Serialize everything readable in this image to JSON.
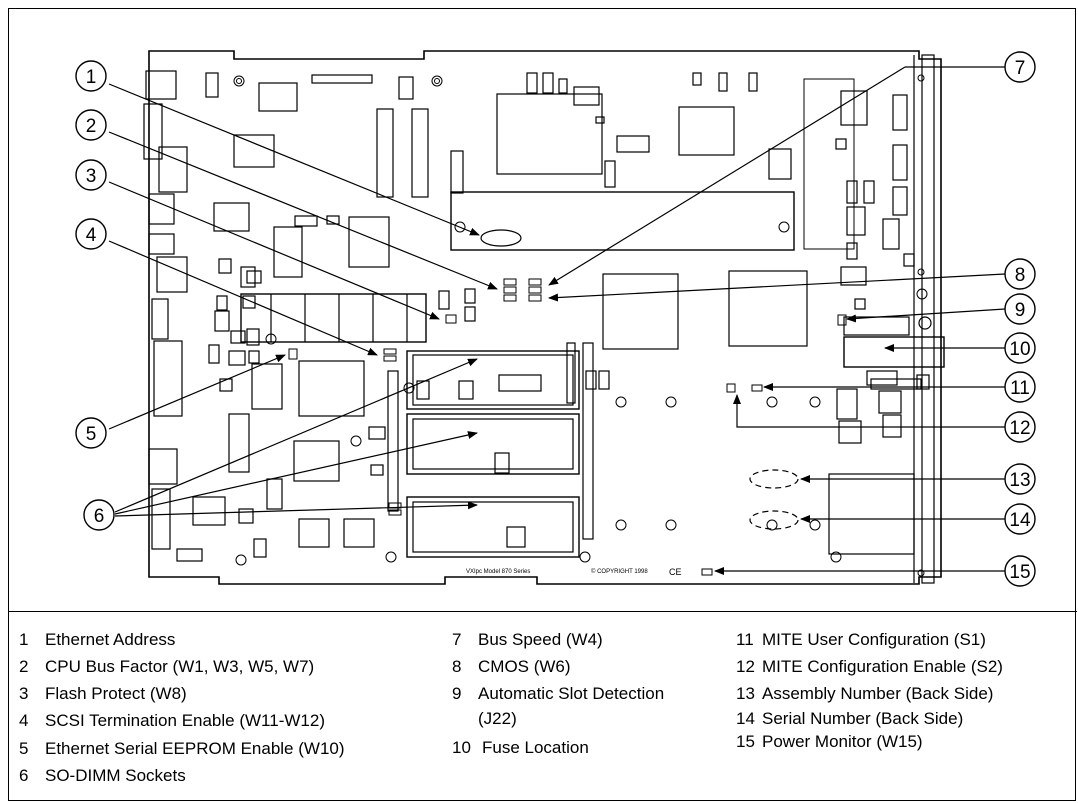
{
  "board_text": {
    "model": "VXIpc Model 870 Series",
    "copyright": "© COPYRIGHT 1998",
    "ce_mark": "CE"
  },
  "callouts": [
    {
      "num": "1"
    },
    {
      "num": "2"
    },
    {
      "num": "3"
    },
    {
      "num": "4"
    },
    {
      "num": "5"
    },
    {
      "num": "6"
    },
    {
      "num": "7"
    },
    {
      "num": "8"
    },
    {
      "num": "9"
    },
    {
      "num": "10"
    },
    {
      "num": "11"
    },
    {
      "num": "12"
    },
    {
      "num": "13"
    },
    {
      "num": "14"
    },
    {
      "num": "15"
    }
  ],
  "legend": {
    "col1": [
      {
        "num": "1",
        "text": "Ethernet Address"
      },
      {
        "num": "2",
        "text": "CPU Bus Factor (W1, W3, W5, W7)"
      },
      {
        "num": "3",
        "text": "Flash Protect (W8)"
      },
      {
        "num": "4",
        "text": "SCSI Termination Enable (W11-W12)"
      },
      {
        "num": "5",
        "text": "Ethernet Serial EEPROM Enable (W10)"
      },
      {
        "num": "6",
        "text": "SO-DIMM Sockets"
      }
    ],
    "col2": [
      {
        "num": "7",
        "text": "Bus Speed (W4)"
      },
      {
        "num": "8",
        "text": "CMOS (W6)"
      },
      {
        "num": "9",
        "text": "Automatic Slot Detection"
      },
      {
        "num": "",
        "text": "(J22)"
      },
      {
        "num": "10",
        "text": "Fuse Location"
      }
    ],
    "col3": [
      {
        "num": "11",
        "text": "MITE User Configuration (S1)"
      },
      {
        "num": "12",
        "text": "MITE Configuration Enable (S2)"
      },
      {
        "num": "13",
        "text": "Assembly Number (Back Side)"
      },
      {
        "num": "14",
        "text": "Serial Number (Back Side)"
      },
      {
        "num": "15",
        "text": "Power Monitor (W15)"
      }
    ]
  }
}
